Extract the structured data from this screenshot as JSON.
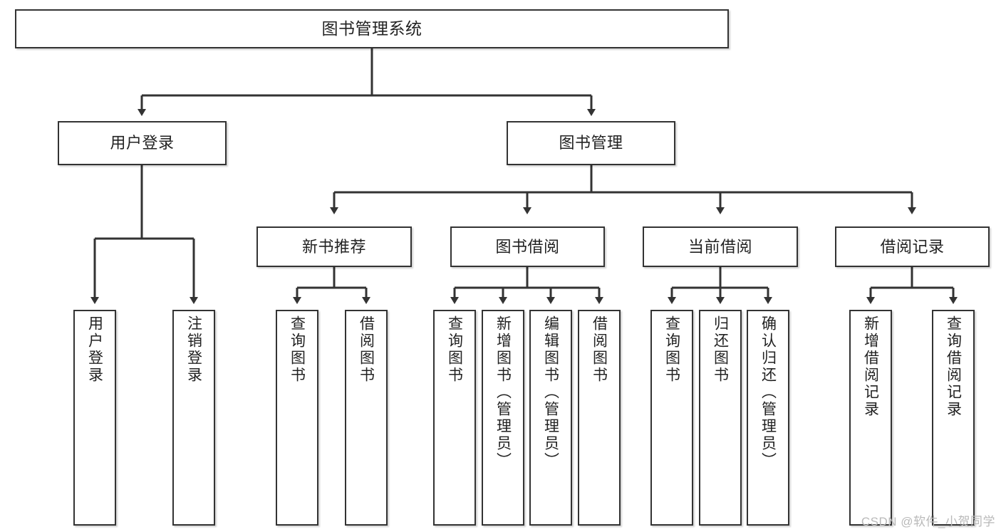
{
  "diagram": {
    "title": "图书管理系统",
    "watermark": "CSDN @软件_小贺同学",
    "line_color": "#333333",
    "box_fill": "#ffffff",
    "text_color": "#222222",
    "background": "#ffffff"
  },
  "nodes": {
    "root": {
      "label": "图书管理系统"
    },
    "level1": [
      {
        "id": "user-login",
        "label": "用户登录"
      },
      {
        "id": "book-manage",
        "label": "图书管理"
      }
    ],
    "level2": [
      {
        "id": "new-book-recommend",
        "label": "新书推荐"
      },
      {
        "id": "book-borrow",
        "label": "图书借阅"
      },
      {
        "id": "current-borrow",
        "label": "当前借阅"
      },
      {
        "id": "borrow-record",
        "label": "借阅记录"
      }
    ],
    "leaves": {
      "user_login": [
        {
          "id": "leaf-user-login",
          "label": "用户登录"
        },
        {
          "id": "leaf-user-logout",
          "label": "注销登录"
        }
      ],
      "new_book_recommend": [
        {
          "id": "leaf-query-book-1",
          "label": "查询图书"
        },
        {
          "id": "leaf-borrow-book-1",
          "label": "借阅图书"
        }
      ],
      "book_borrow": [
        {
          "id": "leaf-query-book-2",
          "label": "查询图书"
        },
        {
          "id": "leaf-add-book",
          "label": "新增图书（管理员）"
        },
        {
          "id": "leaf-edit-book",
          "label": "编辑图书（管理员）"
        },
        {
          "id": "leaf-borrow-book-2",
          "label": "借阅图书"
        }
      ],
      "current_borrow": [
        {
          "id": "leaf-query-book-3",
          "label": "查询图书"
        },
        {
          "id": "leaf-return-book",
          "label": "归还图书"
        },
        {
          "id": "leaf-confirm-return",
          "label": "确认归还（管理员）"
        }
      ],
      "borrow_record": [
        {
          "id": "leaf-add-record",
          "label": "新增借阅记录"
        },
        {
          "id": "leaf-query-record",
          "label": "查询借阅记录"
        }
      ]
    }
  }
}
